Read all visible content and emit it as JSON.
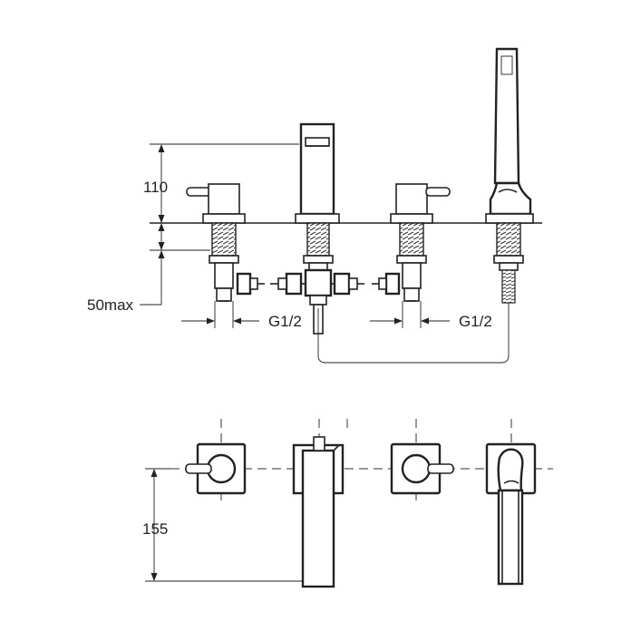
{
  "dimensions": {
    "spout_height": "110",
    "max_deck_thickness": "50max",
    "left_thread": "G1/2",
    "right_thread": "G1/2",
    "deck_depth": "155"
  },
  "colors": {
    "line": "#222222",
    "background": "#ffffff"
  }
}
